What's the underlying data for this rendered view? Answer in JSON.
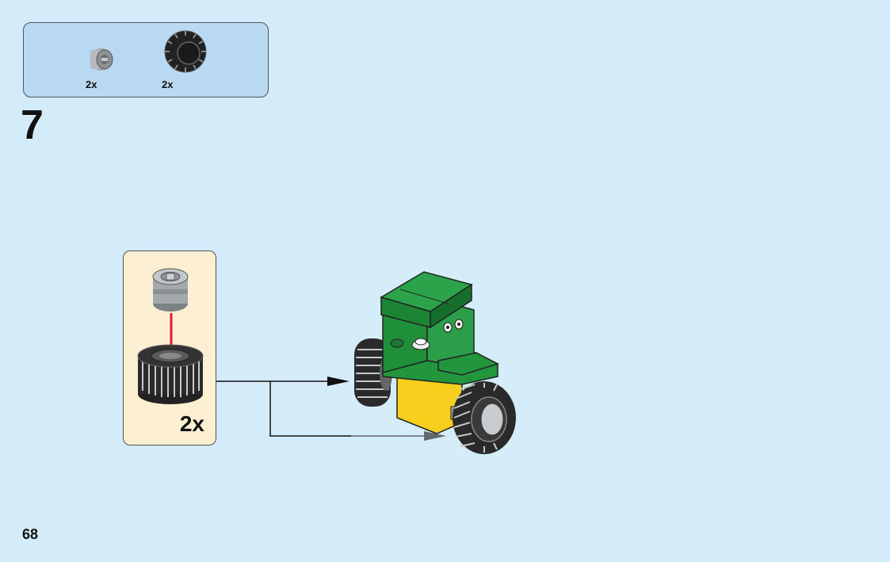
{
  "parts_list": {
    "items": [
      {
        "icon": "gray-wheel-rim-icon",
        "qty": "2x"
      },
      {
        "icon": "black-tire-icon",
        "qty": "2x"
      }
    ]
  },
  "step": {
    "number": "7"
  },
  "submodel": {
    "qty": "2x"
  },
  "page": {
    "number": "68"
  },
  "colors": {
    "background": "#d4ebf9",
    "parts_box": "#b9d8f1",
    "submodel_box": "#fdf0d2",
    "brick_green": "#1f8f3a",
    "brick_yellow": "#f7cf1d",
    "arrow_red": "#e0202a"
  }
}
